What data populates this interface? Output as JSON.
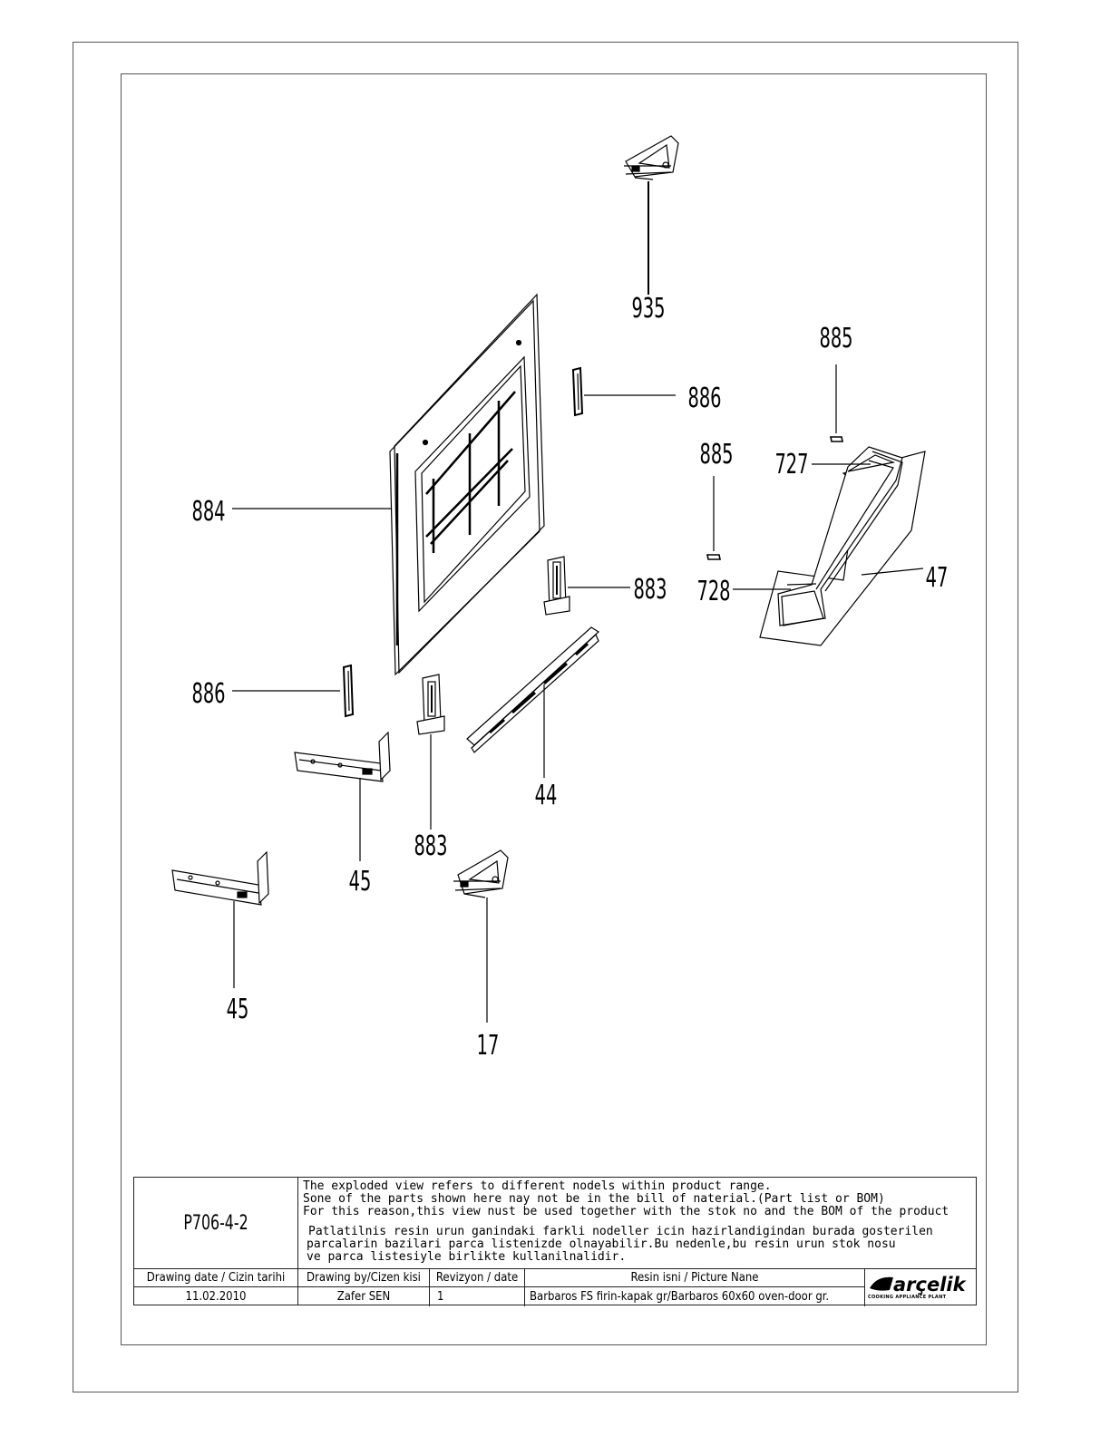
{
  "callouts": {
    "c935": "935",
    "c885a": "885",
    "c886a": "886",
    "c885b": "885",
    "c727": "727",
    "c884": "884",
    "c883a": "883",
    "c728": "728",
    "c47": "47",
    "c886b": "886",
    "c44": "44",
    "c883b": "883",
    "c45a": "45",
    "c45b": "45",
    "c17": "17"
  },
  "title_block": {
    "drawing_code": "P706-4-2",
    "note_en_1": "The exploded view refers to different nodels within product range.",
    "note_en_2": "Sone of the parts shown here nay not be in the bill of naterial.(Part list or BOM)",
    "note_en_3": "For this reason,this view nust be used together with the stok no and the BOM of the product",
    "note_tr_1": "Patlatilnis resin urun ganindaki farkli nodeller icin hazirlandigindan burada gosterilen",
    "note_tr_2": "parcalarin bazilari parca listenizde olnayabilir.Bu nedenle,bu resin urun stok nosu",
    "note_tr_3": "ve parca listesiyle birlikte kullanilnalidir.",
    "date_label": "Drawing date / Cizin tarihi",
    "by_label": "Drawing by/Cizen kisi",
    "rev_label": "Revizyon / date",
    "name_label": "Resin isni / Picture Nane",
    "date_value": "11.02.2010",
    "by_value": "Zafer SEN",
    "rev_value": "1",
    "name_value": "Barbaros FS firin-kapak gr/Barbaros 60x60 oven-door gr.",
    "logo": "arçelik",
    "logo_sub": "COOKING APPLIANCE PLANT"
  }
}
